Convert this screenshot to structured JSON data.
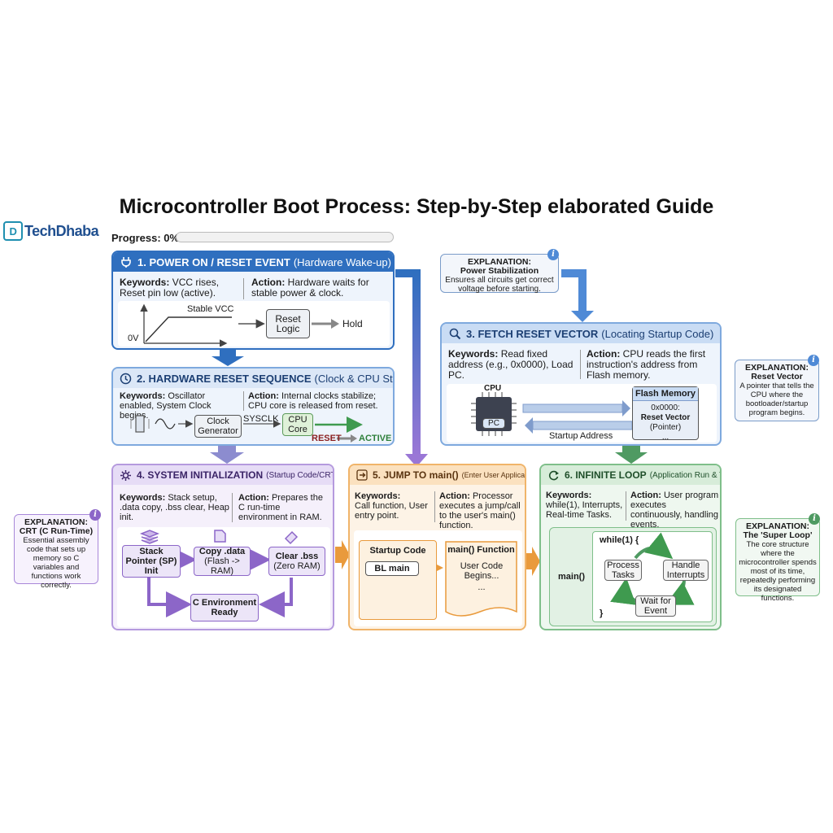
{
  "title": "Microcontroller Boot Process: Step-by-Step elaborated Guide",
  "logo": {
    "text": "TechDhaba",
    "mark": "D"
  },
  "progress": {
    "label": "Progress: 0%",
    "value": 0
  },
  "colors": {
    "blue": "#2f6fbf",
    "purple": "#8c66c8",
    "orange": "#e99a3c",
    "green": "#4f9a62"
  },
  "icons": {
    "power": "power-plug-icon",
    "clock": "clock-icon",
    "search": "magnifier-icon",
    "gear": "gear-icon",
    "arrow": "arrow-right-icon",
    "loop": "loop-icon",
    "info": "info-icon"
  },
  "step1": {
    "title": "1. POWER ON / RESET EVENT",
    "subtitle": "(Hardware Wake-up)",
    "keywords_label": "Keywords:",
    "keywords": "VCC rises, Reset pin low (active).",
    "action_label": "Action:",
    "action": "Hardware waits for stable power & clock.",
    "graph_label": "Stable VCC",
    "zero_label": "0V",
    "box": "Reset Logic",
    "hold": "Hold"
  },
  "step2": {
    "title": "2. HARDWARE RESET SEQUENCE",
    "subtitle": "(Clock & CPU Start)",
    "keywords_label": "Keywords:",
    "keywords": "Oscillator enabled, System Clock begins.",
    "action_label": "Action:",
    "action": "Internal clocks stabilize; CPU core is released from reset.",
    "clock_box": "Clock Generator",
    "sysclk": "SYSCLK",
    "cpu_box": "CPU Core",
    "reset": "RESET",
    "active": "ACTIVE"
  },
  "step3": {
    "title": "3. FETCH RESET VECTOR",
    "subtitle": "(Locating Startup Code)",
    "keywords_label": "Keywords:",
    "keywords": "Read fixed address (e.g., 0x0000), Load PC.",
    "action_label": "Action:",
    "action": "CPU reads the first instruction's address from Flash memory.",
    "cpu_label": "CPU",
    "pc_label": "PC",
    "flash_title": "Flash Memory",
    "flash_addr": "0x0000:",
    "flash_reset": "Reset Vector",
    "flash_pointer": "(Pointer)",
    "flash_dots": "...",
    "startup_label": "Startup Address"
  },
  "step4": {
    "title": "4. SYSTEM INITIALIZATION",
    "subtitle": "(Startup Code/CRT Setup)",
    "keywords_label": "Keywords:",
    "keywords": "Stack setup, .data copy, .bss clear, Heap init.",
    "action_label": "Action:",
    "action": "Prepares the C run-time environment in RAM.",
    "sp_box": "Stack Pointer (SP) Init",
    "copy_title": "Copy .data",
    "copy_sub": "(Flash -> RAM)",
    "clear_title": "Clear .bss",
    "clear_sub": "(Zero RAM)",
    "env_box": "C Environment Ready"
  },
  "step5": {
    "title": "5. JUMP TO main()",
    "subtitle": "(Enter User Application)",
    "keywords_label": "Keywords:",
    "keywords": "Call function, User entry point.",
    "action_label": "Action:",
    "action": "Processor executes a jump/call to the user's main() function.",
    "startup_title": "Startup Code",
    "bl_main": "BL main",
    "main_title": "main() Function",
    "main_body": "User Code Begins...",
    "main_dots": "..."
  },
  "step6": {
    "title": "6. INFINITE LOOP",
    "subtitle": "(Application Run & Tasks)",
    "keywords_label": "Keywords:",
    "keywords": "while(1), Interrupts, Real-time Tasks.",
    "action_label": "Action:",
    "action": "User program executes continuously, handling events.",
    "main_label": "main()",
    "while_label": "while(1) {",
    "close_brace": "}",
    "process": "Process Tasks",
    "handle": "Handle Interrupts",
    "wait": "Wait for Event"
  },
  "explanations": {
    "power": {
      "label": "EXPLANATION:",
      "title": "Power Stabilization",
      "text": "Ensures all circuits get correct voltage before starting."
    },
    "reset_vector": {
      "label": "EXPLANATION:",
      "title": "Reset Vector",
      "text": "A pointer that tells the CPU where the bootloader/startup program begins."
    },
    "crt": {
      "label": "EXPLANATION:",
      "title": "CRT (C Run-Time)",
      "text": "Essential assembly code that sets up memory so C variables and functions work correctly."
    },
    "super_loop": {
      "label": "EXPLANATION:",
      "title": "The 'Super Loop'",
      "text": "The core structure where the microcontroller spends most of its time, repeatedly performing its designated functions."
    }
  }
}
